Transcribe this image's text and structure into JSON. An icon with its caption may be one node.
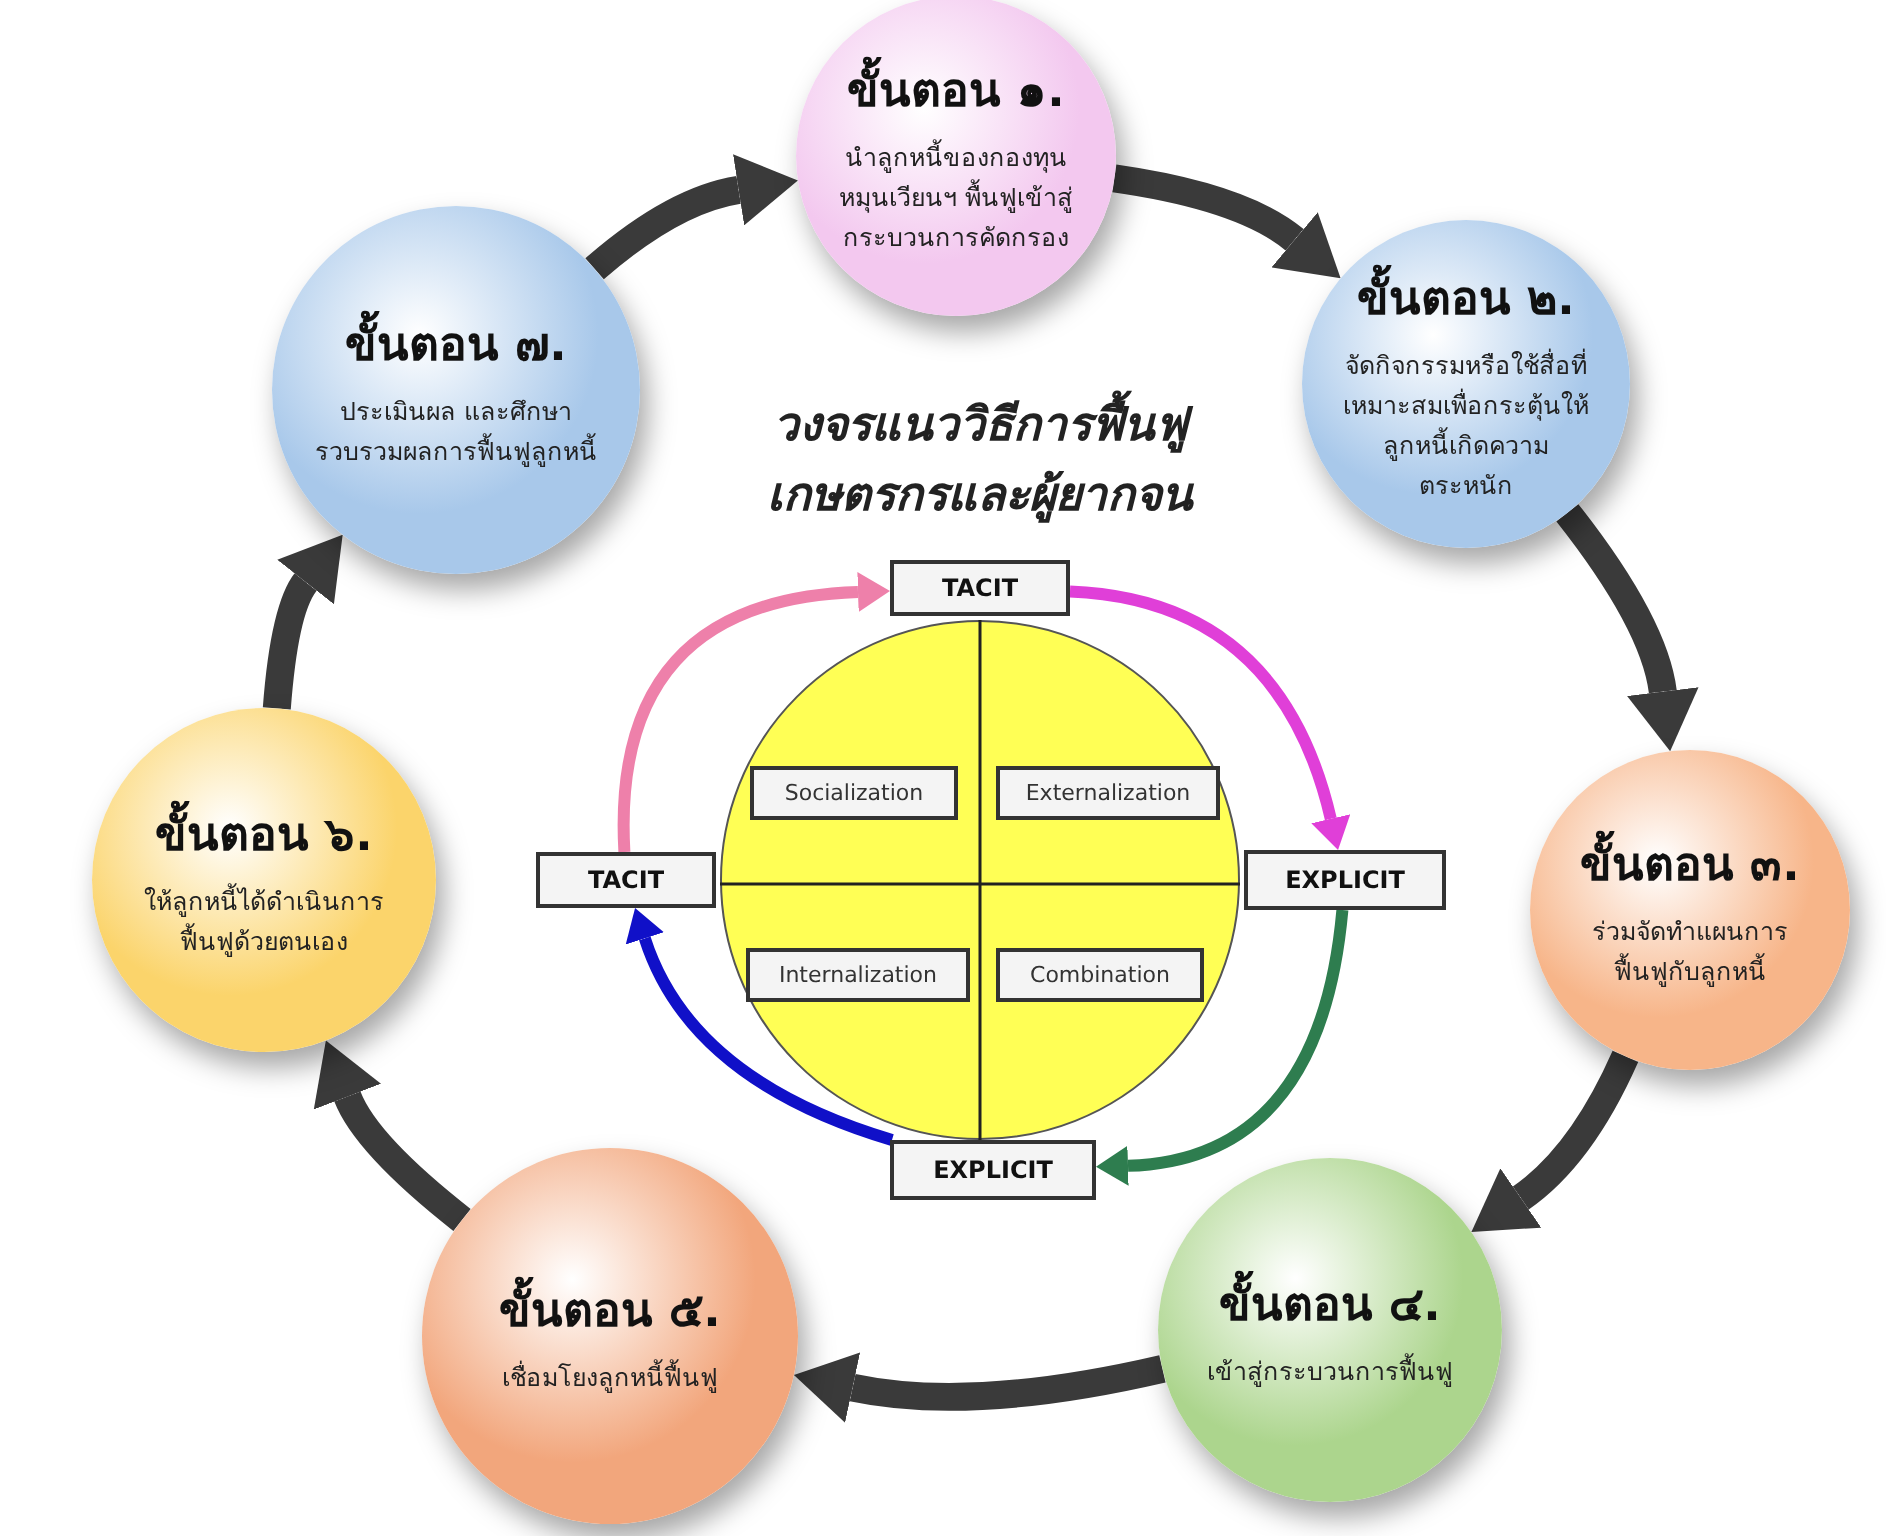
{
  "diagram": {
    "title": "วงจรแนววิธีการฟื้นฟู เกษตรกรและผู้ยากจน",
    "nodes": [
      {
        "text": [
          "ขั้นตอน ๑.",
          "นำลูกหนี้ของกองทุน หมุนเวียนฯ พื้นฟูเข้าสู่ กระบวนการคัดกรอง"
        ]
      },
      {
        "text": [
          "ขั้นตอน ๒.",
          "จัดกิจกรรมหรือใช้สื่อที่ เหมาะสมเพื่อกระตุ้นให้ ลูกหนี้เกิดความ ตระหนัก"
        ]
      },
      {
        "text": [
          "ขั้นตอน ๓.",
          "ร่วมจัดทำแผนการ ฟื้นฟูกับลูกหนี้"
        ]
      },
      {
        "text": [
          "ขั้นตอน ๔.",
          "เข้าสู่กระบวนการฟื้นฟู"
        ]
      },
      {
        "text": [
          "ขั้นตอน ๕.",
          "เชื่อมโยงลูกหนี้ฟื้นฟู"
        ]
      },
      {
        "text": [
          "ขั้นตอน ๖.",
          "ให้ลูกหนี้ได้ดำเนินการ ฟื้นฟูด้วยตนเอง"
        ]
      },
      {
        "text": [
          "ขั้นตอน ๗.",
          "ประเมินผล และศึกษา รวบรวมผลการฟื้นฟูลูกหนี้"
        ]
      },
      {
        "text": [
          "TACIT"
        ]
      },
      {
        "text": [],
        "shape": "circle"
      },
      {
        "text": [
          "Socialization"
        ],
        "in": 8
      },
      {
        "text": [
          "Externalization"
        ],
        "in": 8
      },
      {
        "text": [
          "TACIT"
        ]
      },
      {
        "text": [
          "EXPLICIT"
        ]
      },
      {
        "text": [
          "Internalization"
        ],
        "in": 8
      },
      {
        "text": [
          "Combination"
        ],
        "in": 8
      },
      {
        "text": [
          "EXPLICIT"
        ]
      }
    ],
    "edges": [
      {
        "from": 0,
        "to": 1,
        "arrow": "to"
      },
      {
        "from": 1,
        "to": 2,
        "arrow": "to"
      },
      {
        "from": 2,
        "to": 3,
        "arrow": "to"
      },
      {
        "from": 3,
        "to": 4,
        "arrow": "to"
      },
      {
        "from": 4,
        "to": 5,
        "arrow": "to"
      },
      {
        "from": 5,
        "to": 6,
        "arrow": "to"
      },
      {
        "from": 6,
        "to": 0,
        "arrow": "to"
      },
      {
        "from": 7,
        "to": 12,
        "arrow": "to",
        "color": "#e03fd8"
      },
      {
        "from": 12,
        "to": 15,
        "arrow": "to",
        "color": "#2e7d4f"
      },
      {
        "from": 15,
        "to": 11,
        "arrow": "to",
        "color": "#1010c8"
      },
      {
        "from": 11,
        "to": 7,
        "arrow": "to",
        "color": "#ee80aa"
      }
    ]
  }
}
